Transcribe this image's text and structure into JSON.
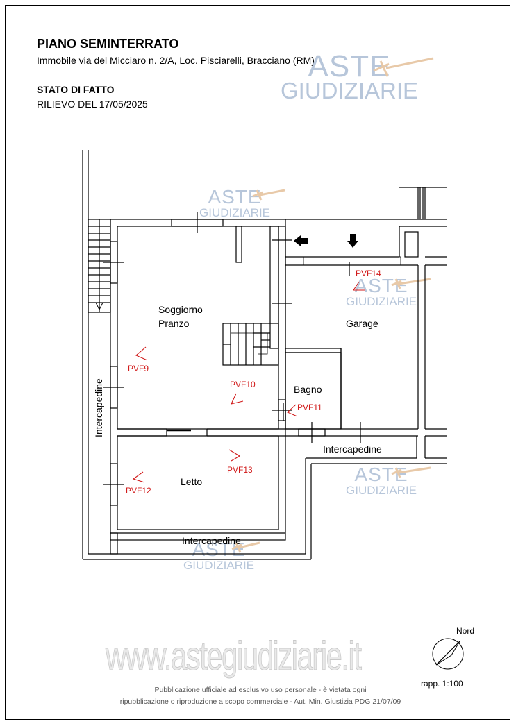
{
  "header": {
    "title": "PIANO SEMINTERRATO",
    "subtitle": "Immobile via del Micciaro n. 2/A, Loc. Pisciarelli, Bracciano (RM)",
    "state": "STATO DI FATTO",
    "survey": "RILIEVO DEL 17/05/2025"
  },
  "watermark": {
    "word1": "ASTE",
    "word2": "GIUDIZIARIE",
    "site": "www.astegiudiziarie.it"
  },
  "rooms": {
    "soggiorno": "Soggiorno",
    "pranzo": "Pranzo",
    "garage": "Garage",
    "bagno": "Bagno",
    "letto": "Letto",
    "intercapedine": "Intercapedine"
  },
  "photo_points": {
    "pvf9": "PVF9",
    "pvf10": "PVF10",
    "pvf11": "PVF11",
    "pvf12": "PVF12",
    "pvf13": "PVF13",
    "pvf14": "PVF14"
  },
  "footer": {
    "north": "Nord",
    "scale": "rapp. 1:100",
    "notice_line1": "Pubblicazione ufficiale ad esclusivo uso personale - è vietata ogni",
    "notice_line2": "ripubblicazione o riproduzione a scopo commerciale - Aut. Min. Giustizia PDG 21/07/09"
  },
  "colors": {
    "walls": "#000000",
    "photo_points": "#d11a1a",
    "watermark": "#b7c6da"
  }
}
